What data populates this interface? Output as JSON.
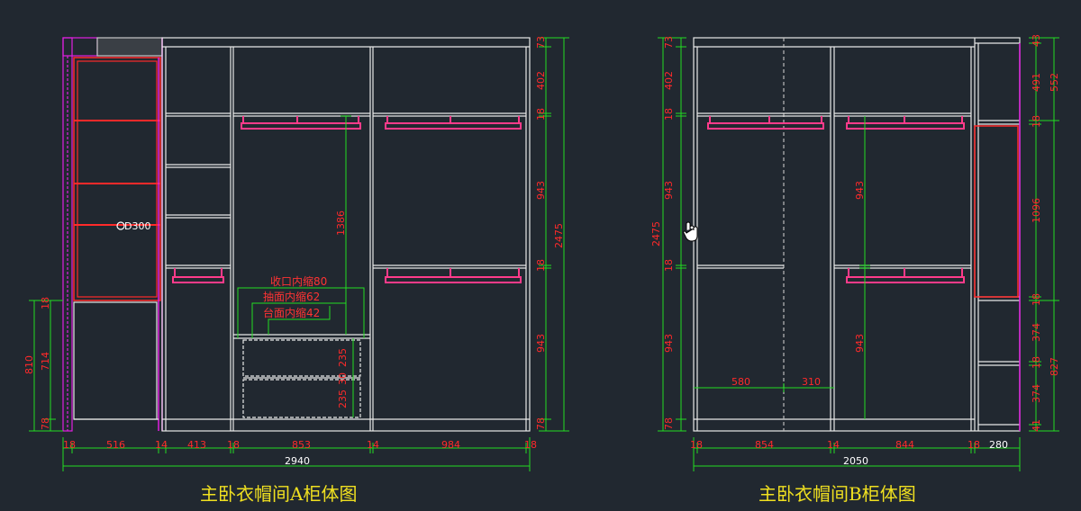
{
  "colors": {
    "background": "#212830",
    "cabinet_lines": "#e8e8e8",
    "dimensions": "#ff2a2a",
    "dimension_lines": "#22dd22",
    "hanging_rails": "#ff3b8a",
    "panels": "#e020e0",
    "captions": "#f0e020"
  },
  "cabinet_a": {
    "caption": "主卧衣帽间A柜体图",
    "total_width": "2940",
    "bottom_dims": [
      "18",
      "516",
      "14",
      "413",
      "18",
      "853",
      "14",
      "984",
      "18"
    ],
    "right_dims": [
      "73",
      "402",
      "18",
      "943",
      "18",
      "943",
      "78"
    ],
    "right_total": "2475",
    "left_dims": [
      "810",
      "714",
      "78",
      "18"
    ],
    "height_1386": "1386",
    "drawer_dims": [
      "235",
      "30",
      "235"
    ],
    "light_label": "D300",
    "notes": [
      "收口内缩80",
      "抽面内缩62",
      "台面内缩42"
    ]
  },
  "cabinet_b": {
    "caption": "主卧衣帽间B柜体图",
    "total_width": "2050",
    "bottom_dims": [
      "18",
      "854",
      "14",
      "844",
      "18",
      "280"
    ],
    "left_dims": [
      "73",
      "402",
      "18",
      "943",
      "18",
      "943",
      "78"
    ],
    "left_total": "2475",
    "inner_dims": [
      "943",
      "943"
    ],
    "span_dims": [
      "580",
      "310"
    ],
    "right_dims": [
      "43",
      "491",
      "18",
      "1096",
      "18",
      "374",
      "18",
      "374",
      "41"
    ],
    "right_top": "552",
    "right_bottom": "827"
  }
}
